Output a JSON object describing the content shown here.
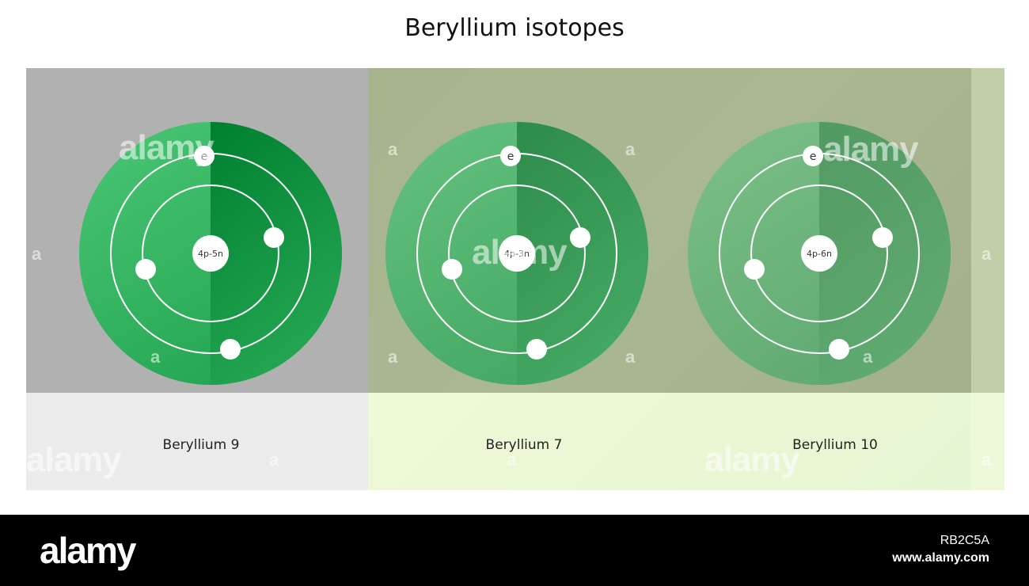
{
  "title": "Beryllium isotopes",
  "isotopes": [
    {
      "label": "Beryllium 9",
      "nucleus": "4p-5n",
      "electron_label": "e",
      "color_light": "#4bc775",
      "color_dark": "#00802f",
      "color_mid": "#24a552"
    },
    {
      "label": "Beryllium 7",
      "nucleus": "4p-3n",
      "electron_label": "e",
      "color_light": "#65c27e",
      "color_dark": "#2e8b4a",
      "color_mid": "#43a862"
    },
    {
      "label": "Beryllium 10",
      "nucleus": "4p-6n",
      "electron_label": "e",
      "color_light": "#7cc088",
      "color_dark": "#519a62",
      "color_mid": "#5faa70"
    }
  ],
  "watermark": {
    "brand": "alamy",
    "letter": "a"
  },
  "footer": {
    "logo": "alamy",
    "image_id": "RB2C5A",
    "url": "www.alamy.com"
  }
}
